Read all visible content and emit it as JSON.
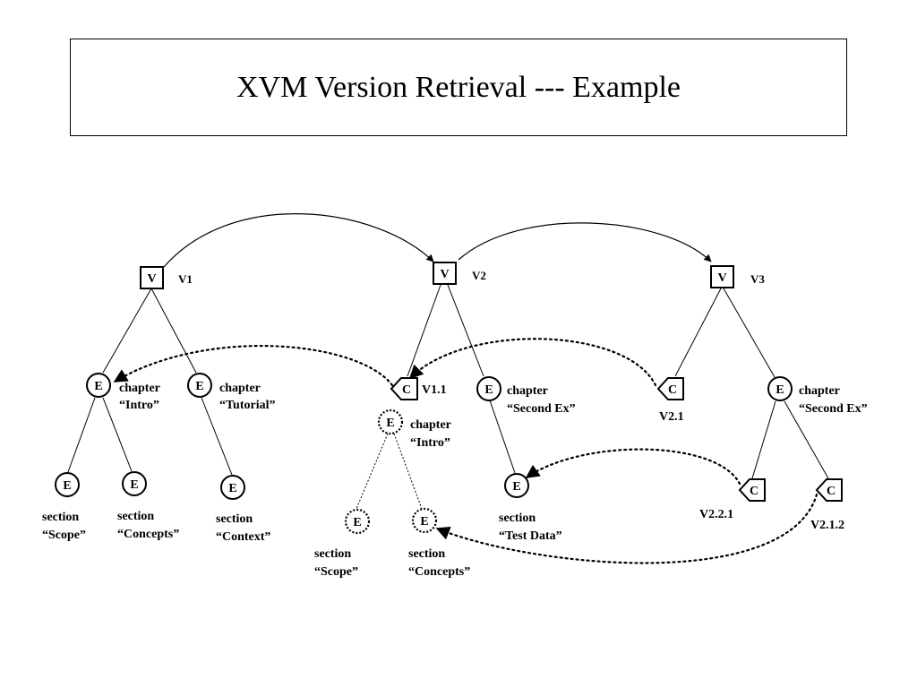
{
  "title": "XVM Version Retrieval --- Example",
  "versions": {
    "v1": {
      "letter": "V",
      "label": "V1"
    },
    "v2": {
      "letter": "V",
      "label": "V2"
    },
    "v3": {
      "letter": "V",
      "label": "V3"
    }
  },
  "nodes": {
    "v1_ch_intro": {
      "letter": "E",
      "kind": "chapter",
      "name": "“Intro”"
    },
    "v1_ch_tut": {
      "letter": "E",
      "kind": "chapter",
      "name": "“Tutorial”"
    },
    "v1_sec_scope": {
      "letter": "E",
      "kind": "section",
      "name": "“Scope”"
    },
    "v1_sec_conc": {
      "letter": "E",
      "kind": "section",
      "name": "“Concepts”"
    },
    "v1_sec_ctx": {
      "letter": "E",
      "kind": "section",
      "name": "“Context”"
    },
    "v2_c": {
      "letter": "C",
      "label": "V1.1"
    },
    "v2_ch_second": {
      "letter": "E",
      "kind": "chapter",
      "name": "“Second Ex”"
    },
    "v2_vintro": {
      "letter": "E",
      "kind": "chapter",
      "name": "“Intro”"
    },
    "v2_vscope": {
      "letter": "E",
      "kind": "section",
      "name": "“Scope”"
    },
    "v2_vconc": {
      "letter": "E",
      "kind": "section",
      "name": "“Concepts”"
    },
    "v2_test": {
      "letter": "E",
      "kind": "section",
      "name": "“Test Data”"
    },
    "v3_c21": {
      "letter": "C",
      "label": "V2.1"
    },
    "v3_ch_second": {
      "letter": "E",
      "kind": "chapter",
      "name": "“Second Ex”"
    },
    "v3_c221": {
      "letter": "C",
      "label": "V2.2.1"
    },
    "v3_c212": {
      "letter": "C",
      "label": "V2.1.2"
    }
  }
}
